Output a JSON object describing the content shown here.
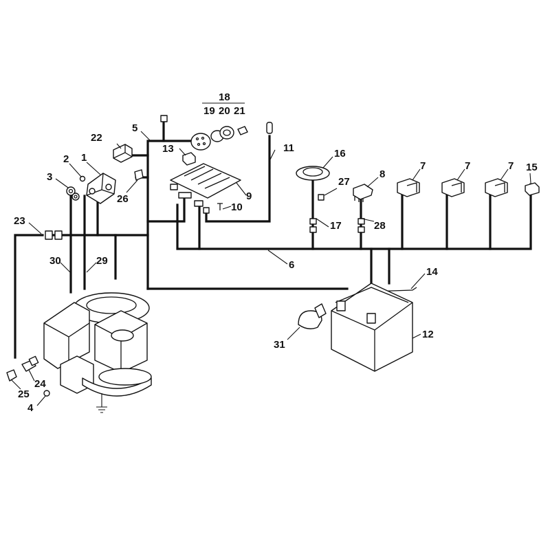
{
  "callouts": [
    {
      "id": "c1",
      "text": "1"
    },
    {
      "id": "c2",
      "text": "2"
    },
    {
      "id": "c3",
      "text": "3"
    },
    {
      "id": "c4",
      "text": "4"
    },
    {
      "id": "c5",
      "text": "5"
    },
    {
      "id": "c6",
      "text": "6"
    },
    {
      "id": "c7a",
      "text": "7"
    },
    {
      "id": "c7b",
      "text": "7"
    },
    {
      "id": "c7c",
      "text": "7"
    },
    {
      "id": "c8",
      "text": "8"
    },
    {
      "id": "c9",
      "text": "9"
    },
    {
      "id": "c10",
      "text": "10"
    },
    {
      "id": "c11",
      "text": "11"
    },
    {
      "id": "c12",
      "text": "12"
    },
    {
      "id": "c13",
      "text": "13"
    },
    {
      "id": "c14",
      "text": "14"
    },
    {
      "id": "c15",
      "text": "15"
    },
    {
      "id": "c16",
      "text": "16"
    },
    {
      "id": "c17",
      "text": "17"
    },
    {
      "id": "c18",
      "text": "18"
    },
    {
      "id": "c19",
      "text": "19"
    },
    {
      "id": "c20",
      "text": "20"
    },
    {
      "id": "c21",
      "text": "21"
    },
    {
      "id": "c22",
      "text": "22"
    },
    {
      "id": "c23",
      "text": "23"
    },
    {
      "id": "c24",
      "text": "24"
    },
    {
      "id": "c25",
      "text": "25"
    },
    {
      "id": "c26",
      "text": "26"
    },
    {
      "id": "c27",
      "text": "27"
    },
    {
      "id": "c28",
      "text": "28"
    },
    {
      "id": "c29",
      "text": "29"
    },
    {
      "id": "c30",
      "text": "30"
    },
    {
      "id": "c31",
      "text": "31"
    }
  ],
  "symbols": {
    "ground": "ground-symbol-icon"
  }
}
